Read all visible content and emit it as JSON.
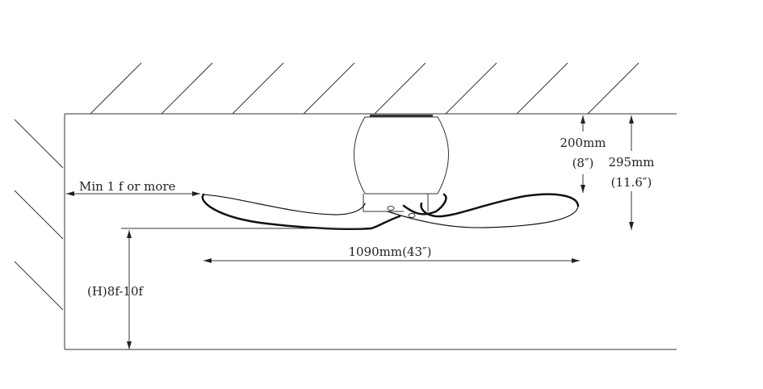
{
  "diagram": {
    "labels": {
      "side_clearance": "Min 1 f or more",
      "mount_height": "(H)8f-10f",
      "blade_span": "1090mm(43″)",
      "fan_drop_mm": "200mm",
      "fan_drop_in": "(8″)",
      "total_drop_mm": "295mm",
      "total_drop_in": "(11.6″)"
    },
    "colors": {
      "line": "#333333",
      "background": "#ffffff"
    }
  }
}
